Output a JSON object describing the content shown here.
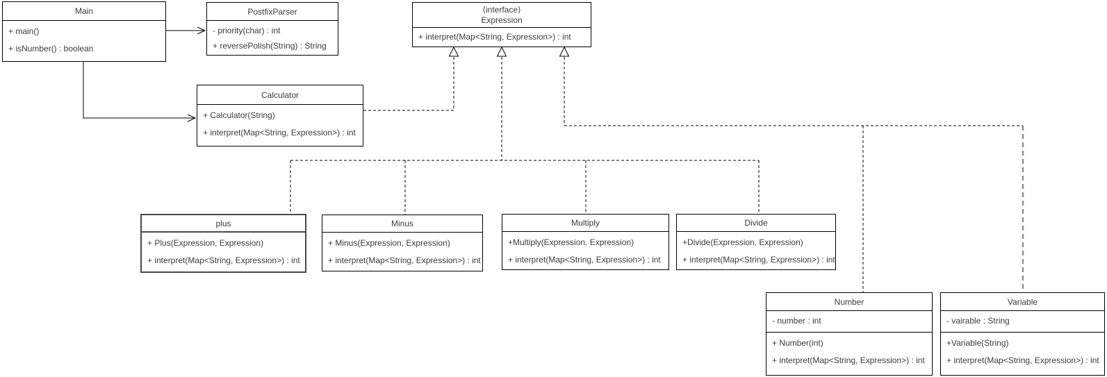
{
  "diagram": {
    "kind": "uml-class-diagram",
    "background_color": "#ffffff",
    "line_color": "#000000",
    "text_color": "#3b3b3b",
    "classes": {
      "main": {
        "title": "Main",
        "methods": [
          "+ main()",
          "+ isNumber() : boolean"
        ]
      },
      "postfixparser": {
        "title": "PostfixParser",
        "methods": [
          "- priority(char) : int",
          "+ reversePolish(String) : String"
        ]
      },
      "expression": {
        "stereotype": "⟨interface⟩",
        "title": "Expression",
        "methods": [
          "+ interpret(Map<String, Expression>) : int"
        ]
      },
      "calculator": {
        "title": "Calculator",
        "methods": [
          "+ Calculator(String)",
          "+ interpret(Map<String, Expression>) : int"
        ]
      },
      "plus": {
        "title": "plus",
        "methods": [
          "+ Plus(Expression, Expression)",
          "+ interpret(Map<String, Expression>) : int"
        ]
      },
      "minus": {
        "title": "Minus",
        "methods": [
          "+ Minus(Expression, Expression)",
          "+ interpret(Map<String, Expression>) : int"
        ]
      },
      "multiply": {
        "title": "Multiply",
        "methods": [
          "+Multiply(Expression, Expression)",
          "+ interpret(Map<String, Expression>) : int"
        ]
      },
      "divide": {
        "title": "Divide",
        "methods": [
          "+Divide(Expression, Expression)",
          "+ interpret(Map<String, Expression>) : int"
        ]
      },
      "number": {
        "title": "Number",
        "attributes": [
          "- number : int"
        ],
        "methods": [
          "+ Number(int)",
          "+ interpret(Map<String, Expression>) : int"
        ]
      },
      "variable": {
        "title": "Variable",
        "attributes": [
          "- vairable : String"
        ],
        "methods": [
          "+Variable(String)",
          "+ interpret(Map<String, Expression>) : int"
        ]
      }
    },
    "relationships": [
      {
        "from": "Main",
        "to": "PostfixParser",
        "type": "directed-association",
        "line": "solid",
        "arrow": "open"
      },
      {
        "from": "Main",
        "to": "Calculator",
        "type": "directed-association",
        "line": "solid",
        "arrow": "open"
      },
      {
        "from": "Calculator",
        "to": "Expression",
        "type": "realization",
        "line": "dashed",
        "arrow": "hollow-triangle"
      },
      {
        "from": "plus",
        "to": "Expression",
        "type": "realization",
        "line": "dashed",
        "arrow": "hollow-triangle"
      },
      {
        "from": "Minus",
        "to": "Expression",
        "type": "realization",
        "line": "dashed",
        "arrow": "hollow-triangle"
      },
      {
        "from": "Multiply",
        "to": "Expression",
        "type": "realization",
        "line": "dashed",
        "arrow": "hollow-triangle"
      },
      {
        "from": "Divide",
        "to": "Expression",
        "type": "realization",
        "line": "dashed",
        "arrow": "hollow-triangle"
      },
      {
        "from": "Number",
        "to": "Expression",
        "type": "realization",
        "line": "dashed",
        "arrow": "hollow-triangle"
      },
      {
        "from": "Variable",
        "to": "Expression",
        "type": "realization",
        "line": "dashed",
        "arrow": "hollow-triangle"
      }
    ]
  }
}
